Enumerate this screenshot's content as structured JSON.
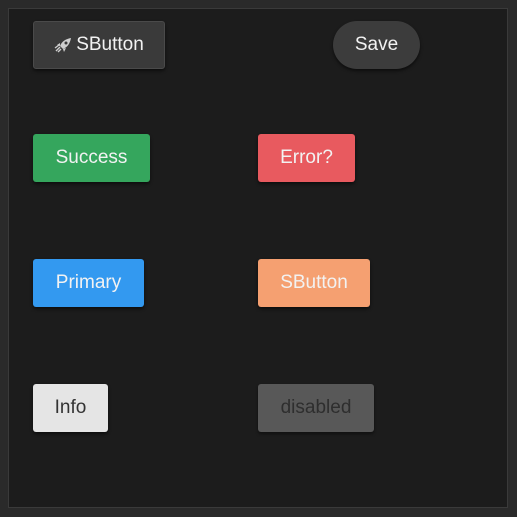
{
  "buttons": {
    "sbutton": {
      "label": "SButton",
      "icon": "rocket-icon",
      "color": "#3a3a3a"
    },
    "save": {
      "label": "Save",
      "color": "#3c3c3c"
    },
    "success": {
      "label": "Success",
      "color": "#35a65d"
    },
    "error": {
      "label": "Error?",
      "color": "#e85a5f"
    },
    "primary": {
      "label": "Primary",
      "color": "#3399f0"
    },
    "sbutton_orange": {
      "label": "SButton",
      "color": "#f5a071"
    },
    "info": {
      "label": "Info",
      "color": "#e5e5e5"
    },
    "disabled": {
      "label": "disabled",
      "color": "#585858"
    }
  }
}
